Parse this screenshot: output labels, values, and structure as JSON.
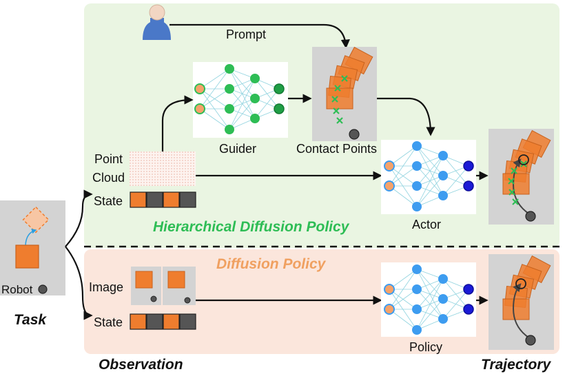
{
  "labels": {
    "prompt": "Prompt",
    "guider": "Guider",
    "contact_points": "Contact Points",
    "point": "Point",
    "cloud": "Cloud",
    "state_top": "State",
    "actor": "Actor",
    "hierarchical_title": "Hierarchical Diffusion Policy",
    "diffusion_title": "Diffusion Policy",
    "image": "Image",
    "state_bottom": "State",
    "policy": "Policy",
    "robot": "Robot",
    "task": "Task",
    "observation": "Observation",
    "trajectory": "Trajectory"
  },
  "colors": {
    "hierarchical_bg": "#eaf5e2",
    "diffusion_bg": "#fbe6dc",
    "hierarchical_text": "#2ebd55",
    "diffusion_text": "#f0a060",
    "guider_node": "#2ebd55",
    "actor_node": "#3d9cf0",
    "actor_output": "#1a1ad6",
    "input_node": "#f5a26a",
    "block": "#ef7d2e",
    "dark_block": "#555555",
    "contact_mark": "#2ebd55"
  }
}
